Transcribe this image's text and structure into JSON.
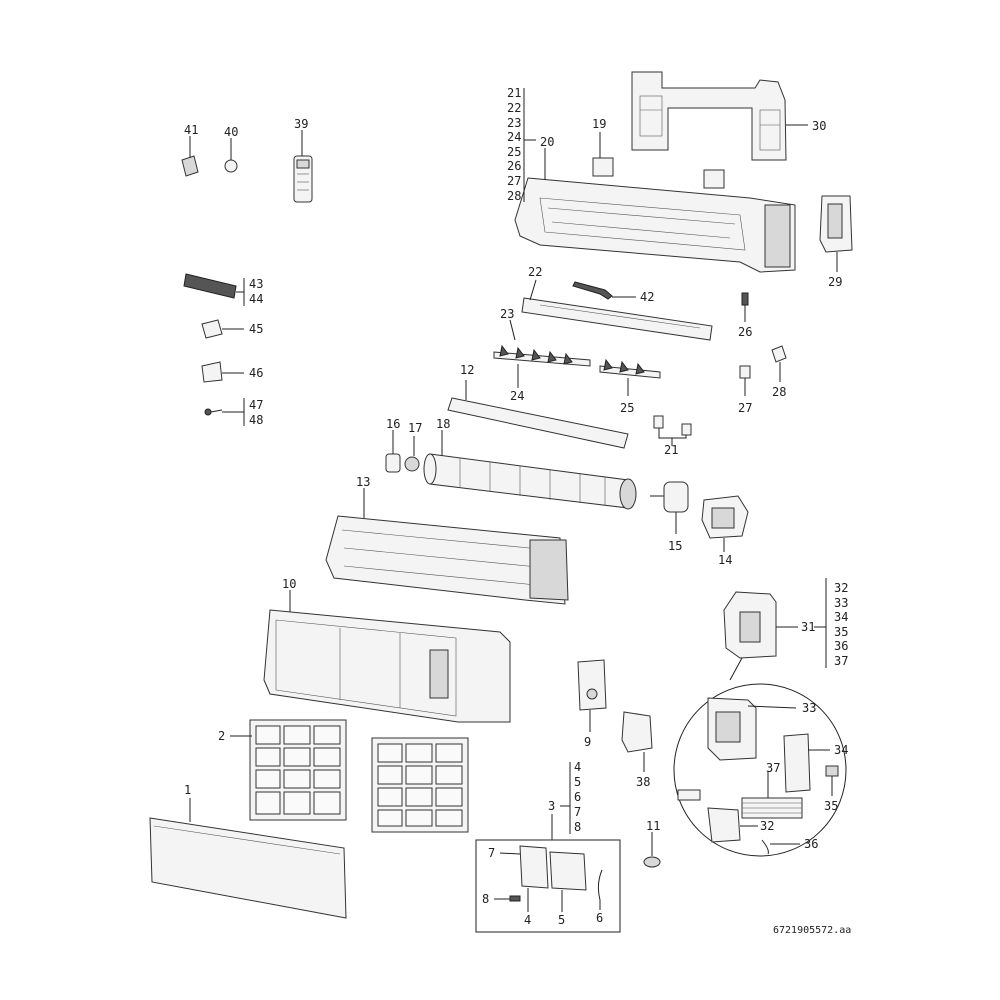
{
  "labels": {
    "p1": "1",
    "p2": "2",
    "p3": "3",
    "p4": "4",
    "p5": "5",
    "p6": "6",
    "p7": "7",
    "p8": "8",
    "p9": "9",
    "p10": "10",
    "p11": "11",
    "p12": "12",
    "p13": "13",
    "p14": "14",
    "p15": "15",
    "p16": "16",
    "p17": "17",
    "p18": "18",
    "p19": "19",
    "p20": "20",
    "p21": "21",
    "p22": "22",
    "p23": "23",
    "p24": "24",
    "p25": "25",
    "p26": "26",
    "p27": "27",
    "p28": "28",
    "p29": "29",
    "p30": "30",
    "p31": "31",
    "p32": "32",
    "p33": "33",
    "p34": "34",
    "p35": "35",
    "p36": "36",
    "p37": "37",
    "p38": "38",
    "p39": "39",
    "p40": "40",
    "p41": "41",
    "p42": "42",
    "p43": "43",
    "p44": "44",
    "p45": "45",
    "p46": "46",
    "p47": "47",
    "p48": "48"
  },
  "group_20": [
    "21",
    "22",
    "23",
    "24",
    "25",
    "26",
    "27",
    "28"
  ],
  "group_3": [
    "4",
    "5",
    "6",
    "7",
    "8"
  ],
  "group_31": [
    "32",
    "33",
    "34",
    "35",
    "36",
    "37"
  ],
  "group_43": [
    "43",
    "44"
  ],
  "group_47": [
    "47",
    "48"
  ],
  "document_ref": "6721905572.aa"
}
